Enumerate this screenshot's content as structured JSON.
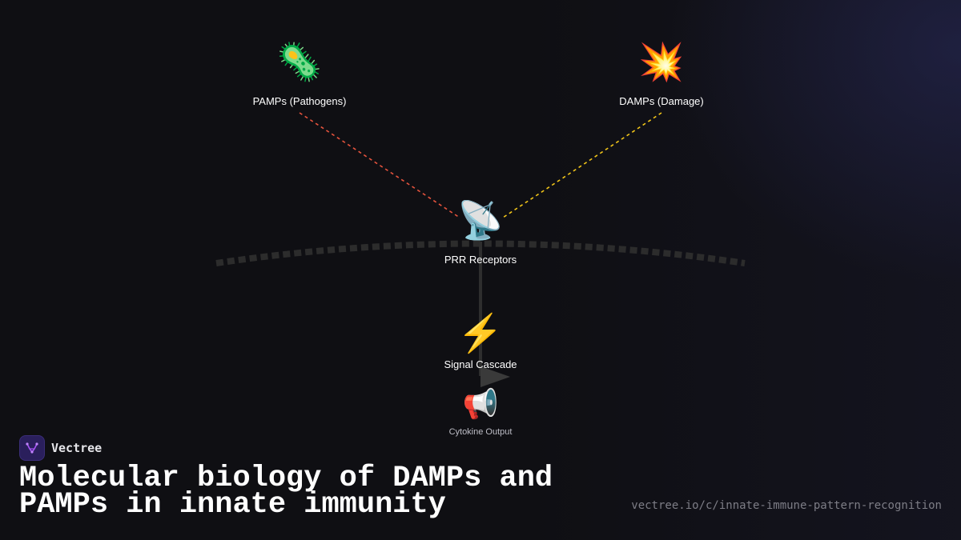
{
  "diagram": {
    "nodes": {
      "pamps": {
        "label": "PAMPs (Pathogens)",
        "icon": "microbe-icon",
        "glyph": "🦠"
      },
      "damps": {
        "label": "DAMPs (Damage)",
        "icon": "collision-icon",
        "glyph": "💥"
      },
      "prr": {
        "label": "PRR Receptors",
        "icon": "satellite-antenna-icon",
        "glyph": "📡"
      },
      "signal": {
        "label": "Signal Cascade",
        "icon": "lightning-icon",
        "glyph": "⚡"
      },
      "cytokine": {
        "label": "Cytokine Output",
        "icon": "megaphone-icon",
        "glyph": "📢"
      }
    },
    "edges": [
      {
        "from": "pamps",
        "to": "prr",
        "style": "dotted",
        "color": "#e5533d"
      },
      {
        "from": "damps",
        "to": "prr",
        "style": "dotted",
        "color": "#f0c419"
      },
      {
        "from": "prr",
        "to": "cytokine",
        "style": "solid",
        "color": "#2e2e2e"
      }
    ],
    "membrane": {
      "style": "dashed-arc",
      "color": "#2c2c2c"
    }
  },
  "brand": {
    "name": "Vectree",
    "logo_color": "#a855f7"
  },
  "title": "Molecular biology of DAMPs and PAMPs in innate immunity",
  "url": "vectree.io/c/innate-immune-pattern-recognition"
}
